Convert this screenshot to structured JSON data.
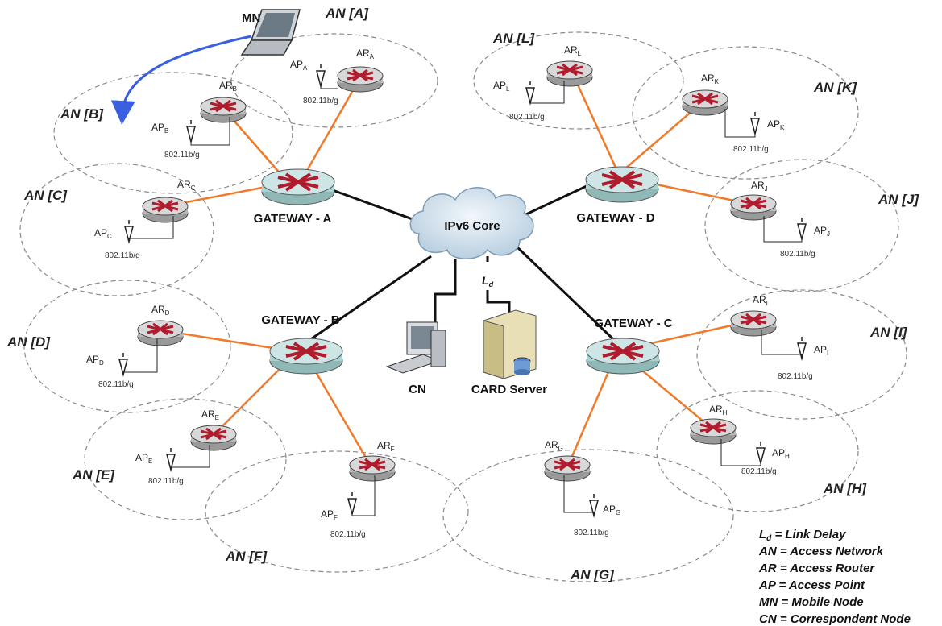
{
  "mobile_node": {
    "label": "MN"
  },
  "core": {
    "label": "IPv6 Core"
  },
  "link_delay": {
    "label": "L",
    "sub": "d"
  },
  "correspondent": {
    "label": "CN"
  },
  "card_server": {
    "label": "CARD Server"
  },
  "gateways": {
    "a": "GATEWAY - A",
    "b": "GATEWAY - B",
    "c": "GATEWAY - C",
    "d": "GATEWAY - D"
  },
  "standard": "802.11b/g",
  "access_networks": {
    "A": {
      "an": "AN [A]",
      "ar": "AR",
      "ar_sub": "A",
      "ap": "AP",
      "ap_sub": "A"
    },
    "B": {
      "an": "AN [B]",
      "ar": "AR",
      "ar_sub": "B",
      "ap": "AP",
      "ap_sub": "B"
    },
    "C": {
      "an": "AN [C]",
      "ar": "AR",
      "ar_sub": "C",
      "ap": "AP",
      "ap_sub": "C"
    },
    "D": {
      "an": "AN [D]",
      "ar": "AR",
      "ar_sub": "D",
      "ap": "AP",
      "ap_sub": "D"
    },
    "E": {
      "an": "AN [E]",
      "ar": "AR",
      "ar_sub": "E",
      "ap": "AP",
      "ap_sub": "E"
    },
    "F": {
      "an": "AN [F]",
      "ar": "AR",
      "ar_sub": "F",
      "ap": "AP",
      "ap_sub": "F"
    },
    "G": {
      "an": "AN [G]",
      "ar": "AR",
      "ar_sub": "G",
      "ap": "AP",
      "ap_sub": "G"
    },
    "H": {
      "an": "AN [H]",
      "ar": "AR",
      "ar_sub": "H",
      "ap": "AP",
      "ap_sub": "H"
    },
    "I": {
      "an": "AN [I]",
      "ar": "AR",
      "ar_sub": "I",
      "ap": "AP",
      "ap_sub": "I"
    },
    "J": {
      "an": "AN [J]",
      "ar": "AR",
      "ar_sub": "J",
      "ap": "AP",
      "ap_sub": "J"
    },
    "K": {
      "an": "AN [K]",
      "ar": "AR",
      "ar_sub": "K",
      "ap": "AP",
      "ap_sub": "K"
    },
    "L": {
      "an": "AN [L]",
      "ar": "AR",
      "ar_sub": "L",
      "ap": "AP",
      "ap_sub": "L"
    }
  },
  "legend": {
    "ld_symbol": "L",
    "ld_sub": "d",
    "ld_text": " = Link Delay",
    "an": "AN = Access Network",
    "ar": "AR = Access Router",
    "ap": "AP = Access Point",
    "mn": "MN = Mobile Node",
    "cn": "CN = Correspondent Node"
  },
  "colors": {
    "link_orange": "#f07a2a",
    "link_black": "#111111",
    "router_teal": "#a9d3d2",
    "arrow_blue": "#3a5fe0",
    "ellipse_gray": "#8a8a8a"
  }
}
